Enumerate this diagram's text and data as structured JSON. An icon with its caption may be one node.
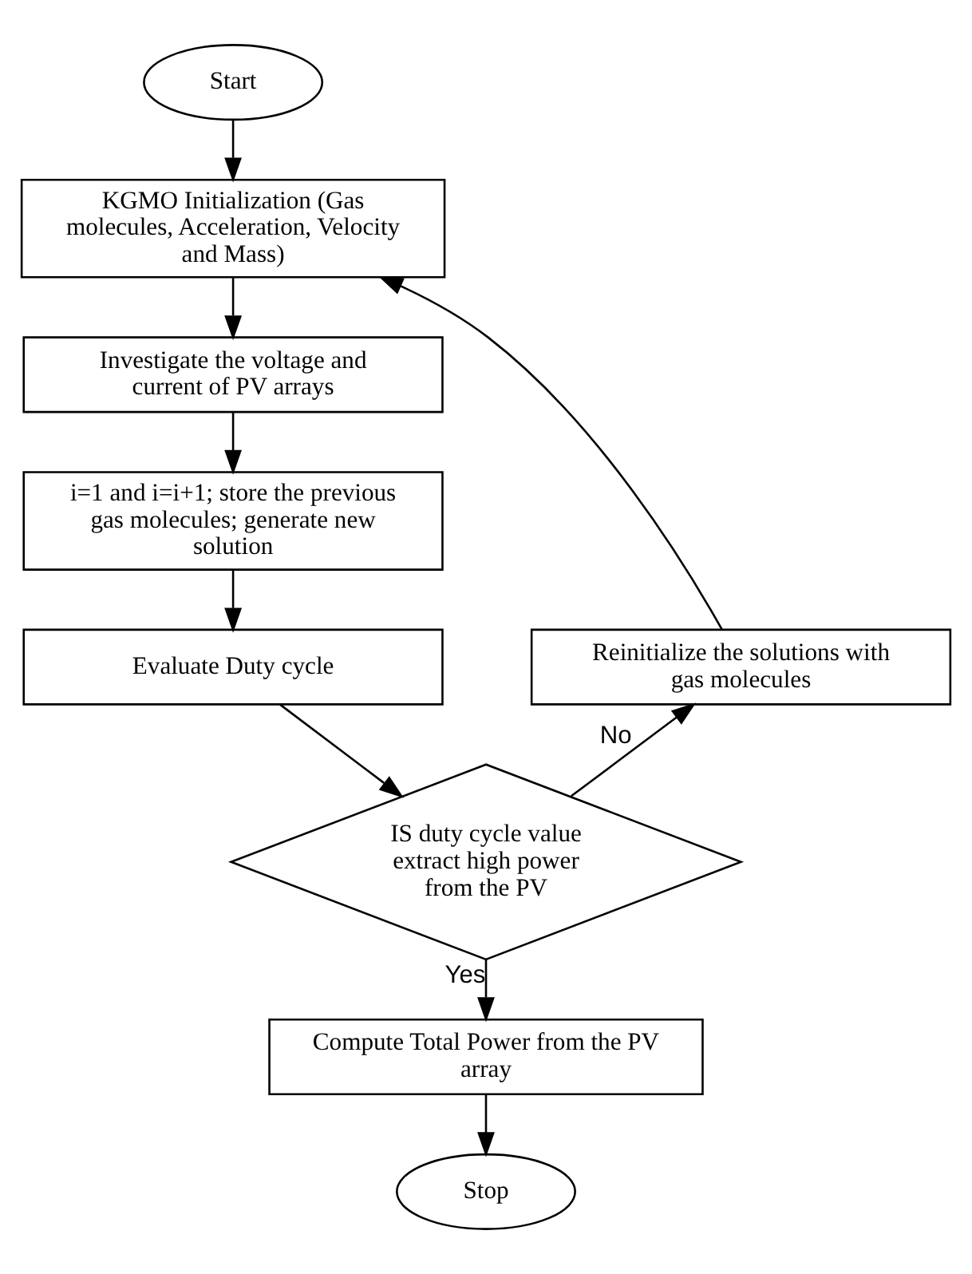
{
  "diagram": {
    "nodes": [
      {
        "text": [
          "Start"
        ]
      },
      {
        "text": [
          "KGMO Initialization (Gas molecules, Acceleration, Velocity and Mass)"
        ]
      },
      {
        "text": [
          "Investigate the voltage and current of PV arrays"
        ]
      },
      {
        "text": [
          "i=1 and i=i+1; store the previous gas molecules; generate new solution"
        ]
      },
      {
        "text": [
          "Evaluate Duty cycle"
        ]
      },
      {
        "text": [
          "IS duty cycle value extract high power from the PV"
        ]
      },
      {
        "text": [
          "Reinitialize the solutions with gas molecules"
        ]
      },
      {
        "text": [
          "Compute Total Power from the PV array"
        ]
      },
      {
        "text": [
          "Stop"
        ]
      }
    ],
    "edges": [
      {
        "from": 0,
        "to": 1,
        "arrow": "to"
      },
      {
        "from": 1,
        "to": 2,
        "arrow": "to"
      },
      {
        "from": 2,
        "to": 3,
        "arrow": "to"
      },
      {
        "from": 3,
        "to": 4,
        "arrow": "to"
      },
      {
        "from": 4,
        "to": 5,
        "arrow": "to"
      },
      {
        "from": 5,
        "to": 6,
        "arrow": "to",
        "label": "No"
      },
      {
        "from": 6,
        "to": 1,
        "arrow": "to"
      },
      {
        "from": 5,
        "to": 7,
        "arrow": "to",
        "label": "Yes"
      },
      {
        "from": 7,
        "to": 8,
        "arrow": "to"
      }
    ]
  }
}
